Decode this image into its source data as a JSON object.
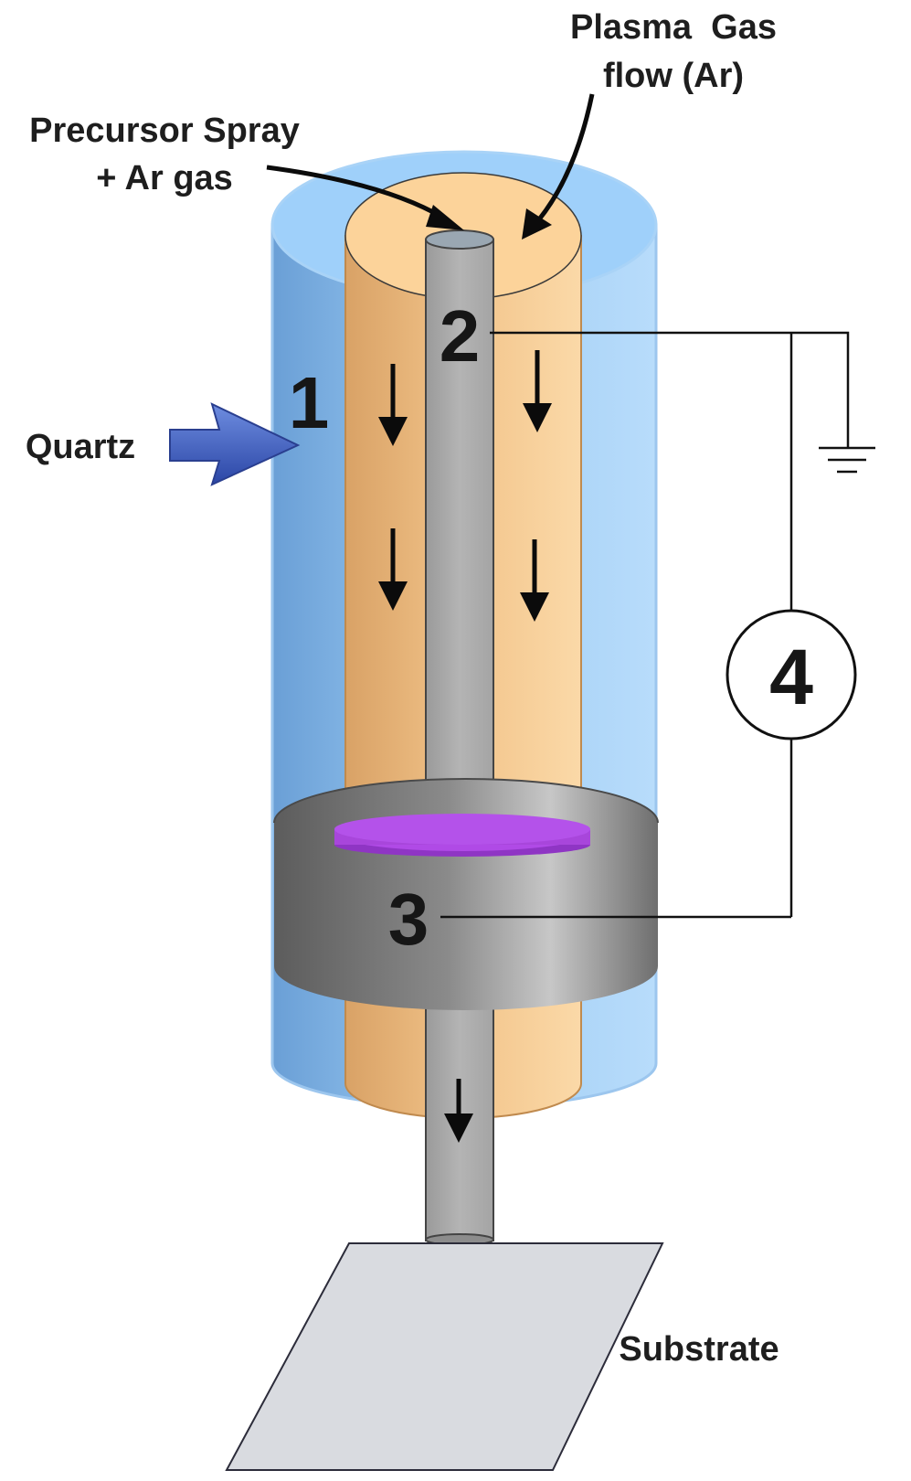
{
  "labels": {
    "plasma_gas_line1": "Plasma  Gas",
    "plasma_gas_line2": "flow (Ar)",
    "precursor_line1": "Precursor Spray",
    "precursor_line2": "+ Ar gas",
    "quartz": "Quartz",
    "substrate": "Substrate"
  },
  "numbers": {
    "quartz_tube": "1",
    "inner_electrode": "2",
    "outer_electrode": "3",
    "power_supply": "4"
  },
  "colors": {
    "quartz_tube": "#8cc4f2",
    "gas_annulus": "#f2c48a",
    "electrode_rod": "#a9a9a9",
    "outer_electrode_band": "#737373",
    "plasma_disc": "#b04ae6",
    "pointer_arrow": "#3a55b8",
    "substrate": "#d9dbe0"
  }
}
